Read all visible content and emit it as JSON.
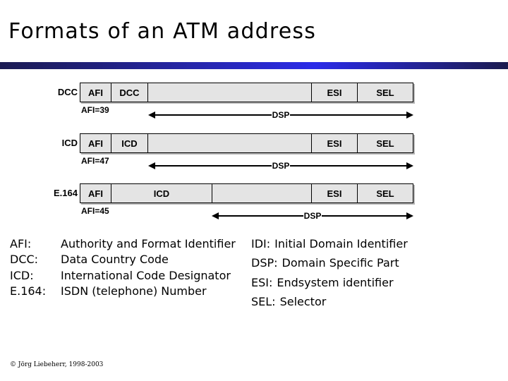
{
  "slide": {
    "title": "Formats of an ATM address",
    "footer": "© Jörg Liebeherr, 1998-2003"
  },
  "diagram": {
    "rows": [
      {
        "row_label": "DCC",
        "afi_note": "AFI=39",
        "dsp_label": "DSP",
        "fields": [
          {
            "label": "AFI"
          },
          {
            "label": "DCC"
          },
          {
            "label": ""
          },
          {
            "label": "ESI"
          },
          {
            "label": "SEL"
          }
        ]
      },
      {
        "row_label": "ICD",
        "afi_note": "AFI=47",
        "dsp_label": "DSP",
        "fields": [
          {
            "label": "AFI"
          },
          {
            "label": "ICD"
          },
          {
            "label": ""
          },
          {
            "label": "ESI"
          },
          {
            "label": "SEL"
          }
        ]
      },
      {
        "row_label": "E.164",
        "afi_note": "AFI=45",
        "dsp_label": "DSP",
        "fields": [
          {
            "label": "AFI"
          },
          {
            "label": "ICD"
          },
          {
            "label": ""
          },
          {
            "label": "ESI"
          },
          {
            "label": "SEL"
          }
        ]
      }
    ]
  },
  "legend": {
    "left": [
      {
        "term": "AFI:",
        "definition": "Authority and Format Identifier"
      },
      {
        "term": "DCC:",
        "definition": "Data Country Code"
      },
      {
        "term": "ICD:",
        "definition": "International Code Designator"
      },
      {
        "term": "E.164:",
        "definition": "ISDN (telephone) Number"
      }
    ],
    "right": [
      {
        "term": "IDI:",
        "definition": "Initial Domain Identifier"
      },
      {
        "term": "DSP:",
        "definition": "Domain Specific Part"
      },
      {
        "term": "ESI:",
        "definition": "Endsystem identifier"
      },
      {
        "term": "SEL:",
        "definition": "Selector"
      }
    ]
  },
  "colors": {
    "background": "#ffffff",
    "box_fill": "#e4e4e4",
    "box_border": "#000000",
    "divider_dark": "#1b1b52",
    "divider_bright": "#2b2be8"
  }
}
